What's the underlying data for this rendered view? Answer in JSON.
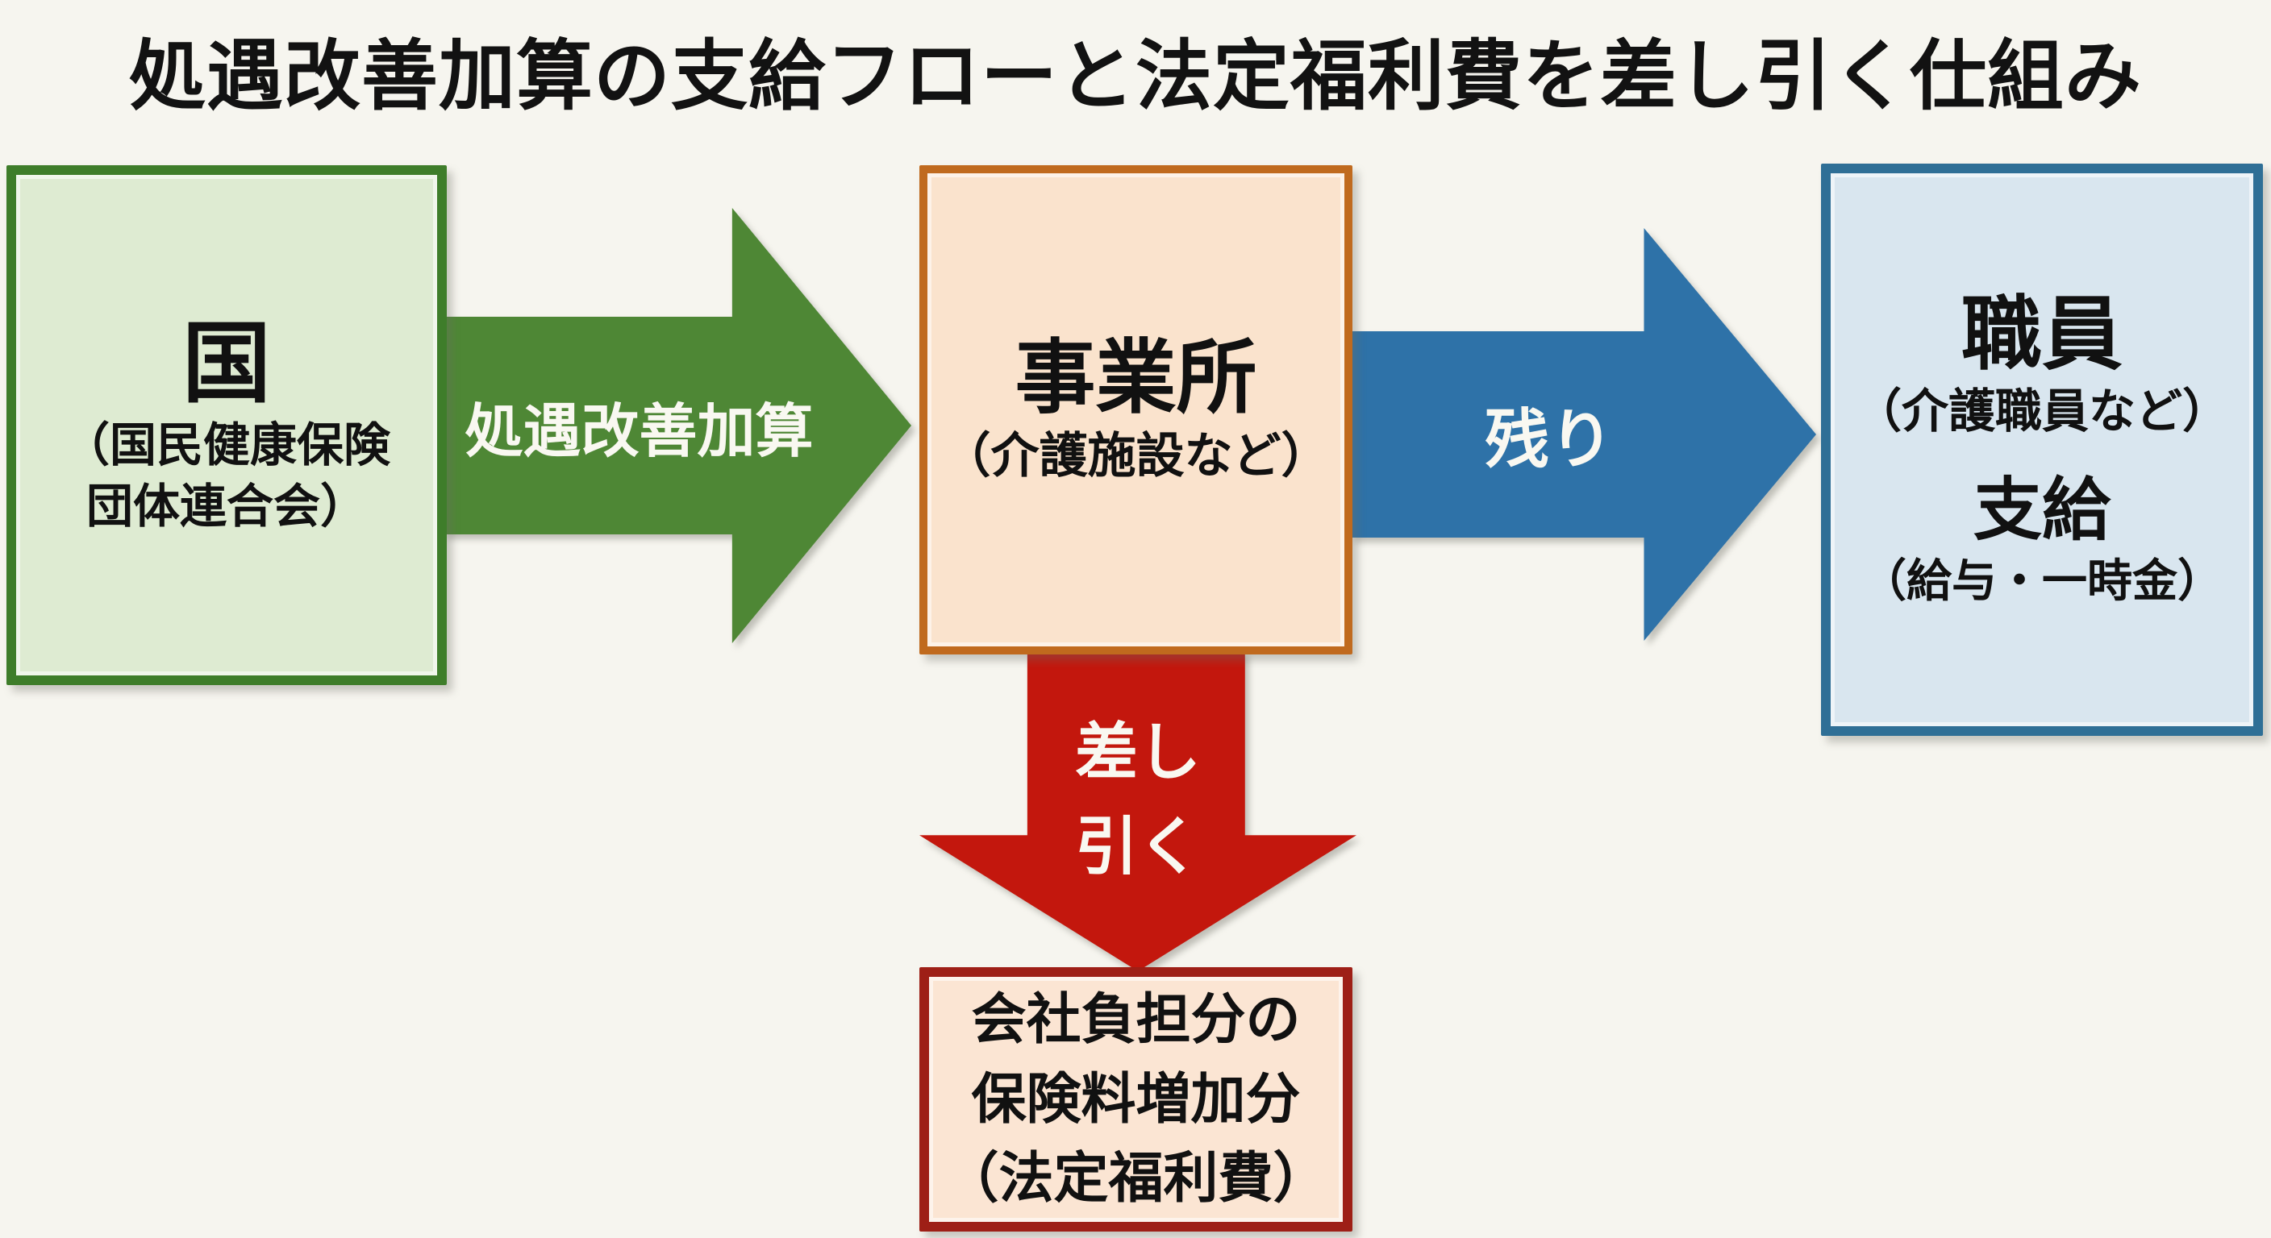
{
  "title": "処遇改善加算の支給フローと法定福利費を差し引く仕組み",
  "nodes": {
    "government": {
      "name": "国",
      "sub_line1": "（国民健康保険",
      "sub_line2": "団体連合会）"
    },
    "office": {
      "name": "事業所",
      "sub": "（介護施設など）"
    },
    "staff": {
      "name": "職員",
      "sub": "（介護職員など）",
      "payment": "支給",
      "payment_sub": "（給与・一時金）"
    },
    "welfare_cost": {
      "line1": "会社負担分の",
      "line2": "保険料増加分",
      "line3": "（法定福利費）"
    }
  },
  "arrows": {
    "treatment_addition": {
      "label": "処遇改善加算",
      "color": "#4e8735",
      "direction": "right"
    },
    "remainder": {
      "label": "残り",
      "color": "#2e72a8",
      "direction": "right"
    },
    "deduct": {
      "label_line1": "差し",
      "label_line2": "引く",
      "color": "#c3170d",
      "direction": "down"
    }
  },
  "colors": {
    "background": "#f6f5ef",
    "title_text": "#121212",
    "government_fill": "#deebd2",
    "government_border": "#3e7d2a",
    "office_fill": "#fae3cd",
    "office_border": "#c06a1e",
    "staff_fill": "#d9e6ef",
    "staff_border": "#2f6f96",
    "welfare_fill": "#fbe5d3",
    "welfare_border": "#9e1f16",
    "arrow_text": "#f9f8f1",
    "node_text": "#111111"
  }
}
